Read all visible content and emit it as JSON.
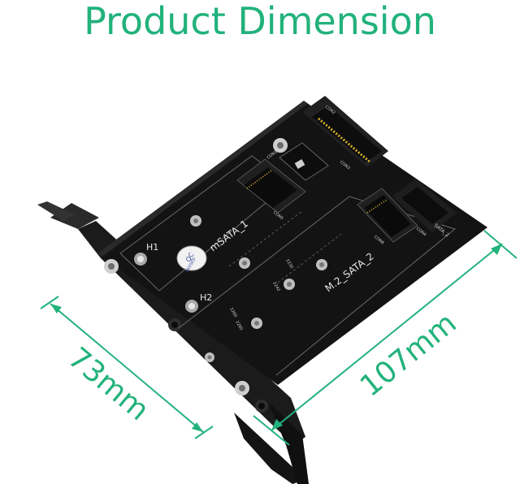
{
  "title": "Product Dimension",
  "colors": {
    "accent": "#22b27c",
    "board": "#121212",
    "bracket": "#1a1a1a",
    "gold": "#d8b32e"
  },
  "dimensions": {
    "width_label": "73mm",
    "length_label": "107mm"
  },
  "board": {
    "msata_label": "mSATA_1",
    "m2_label": "M.2_SATA_2",
    "h1": "H1",
    "h2": "H2",
    "qc_label": "QC",
    "passed_label": "PASSED",
    "con_labels": [
      "CON1",
      "CON2",
      "CON3",
      "CON4",
      "CON5",
      "CON6"
    ],
    "sata_label": "SATA_2",
    "size_marks": [
      "2280",
      "2260",
      "2242",
      "2230"
    ]
  }
}
